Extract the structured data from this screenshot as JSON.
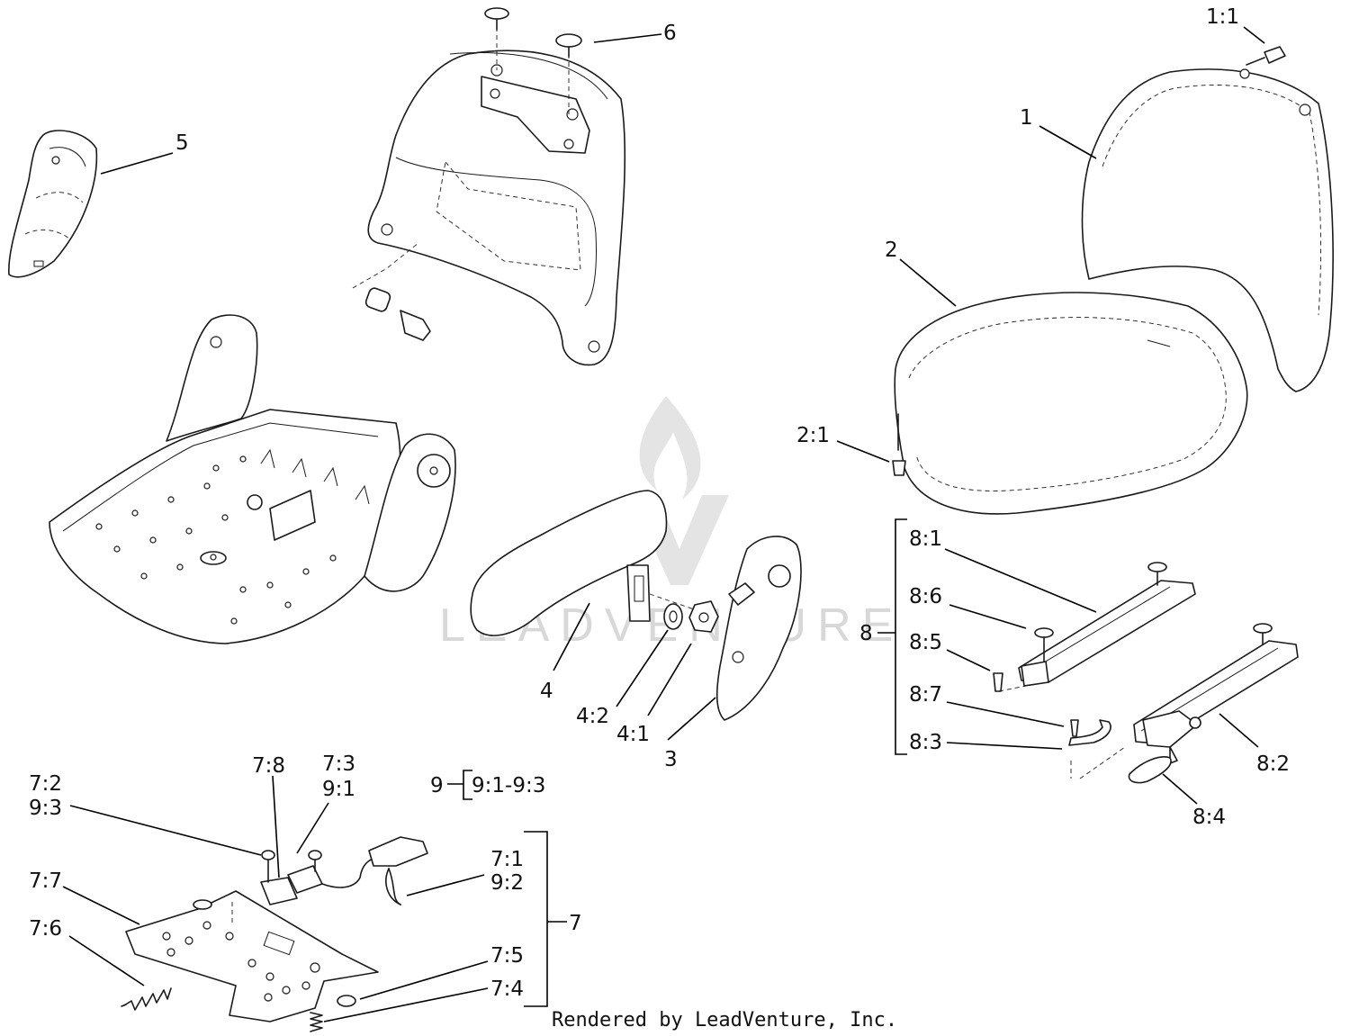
{
  "diagram": {
    "labels": {
      "l_1_1": "1:1",
      "l_1": "1",
      "l_2": "2",
      "l_2_1": "2:1",
      "l_3": "3",
      "l_4": "4",
      "l_4_1": "4:1",
      "l_4_2": "4:2",
      "l_5": "5",
      "l_6": "6",
      "l_7": "7",
      "l_7_1": "7:1",
      "l_9_2": "9:2",
      "l_7_2": "7:2",
      "l_9_3": "9:3",
      "l_7_3": "7:3",
      "l_9_1": "9:1",
      "l_7_4": "7:4",
      "l_7_5": "7:5",
      "l_7_6": "7:6",
      "l_7_7": "7:7",
      "l_7_8": "7:8",
      "l_8": "8",
      "l_8_1": "8:1",
      "l_8_2": "8:2",
      "l_8_3": "8:3",
      "l_8_4": "8:4",
      "l_8_5": "8:5",
      "l_8_6": "8:6",
      "l_8_7": "8:7",
      "l_9": "9",
      "l_9_range": "9:1-9:3"
    },
    "credit": "Rendered by LeadVenture, Inc.",
    "watermark": "LEADVENTURE"
  }
}
